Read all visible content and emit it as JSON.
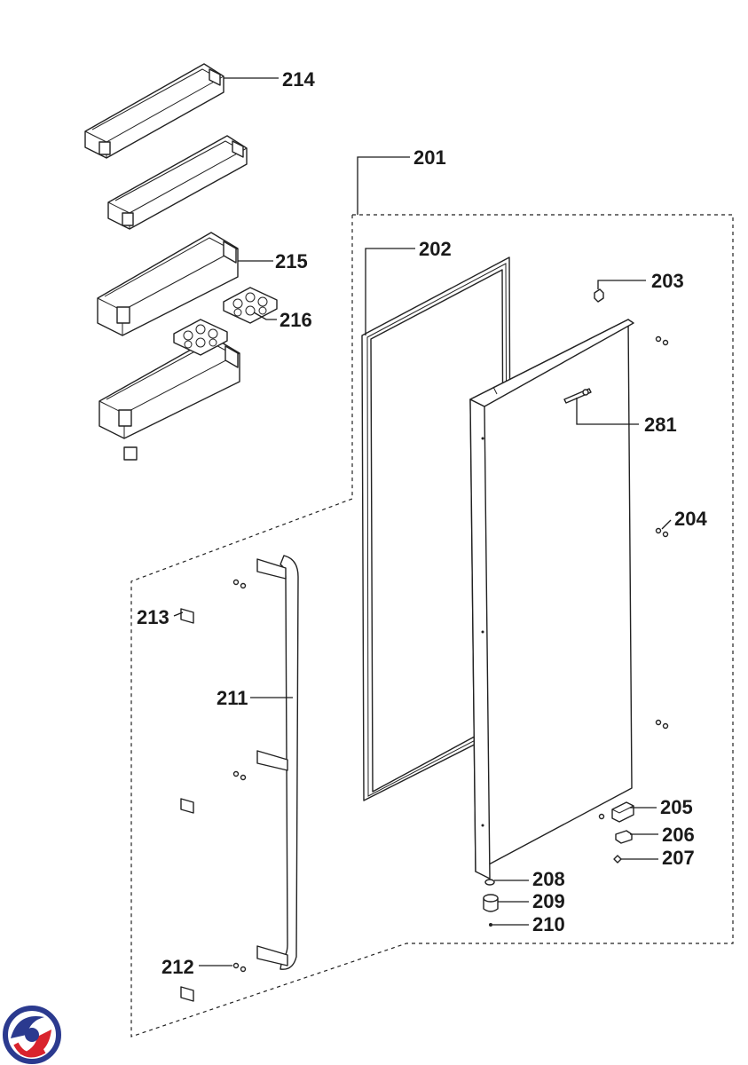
{
  "diagram": {
    "part_numbers": {
      "p201": "201",
      "p202": "202",
      "p203": "203",
      "p204": "204",
      "p205": "205",
      "p206": "206",
      "p207": "207",
      "p208": "208",
      "p209": "209",
      "p210": "210",
      "p211": "211",
      "p212": "212",
      "p213": "213",
      "p214": "214",
      "p215": "215",
      "p216": "216",
      "p281": "281"
    }
  },
  "brand": {
    "logo_icon": "circular-swirl-logo",
    "colors": {
      "blue": "#2b3a8f",
      "red": "#d9232d"
    }
  }
}
